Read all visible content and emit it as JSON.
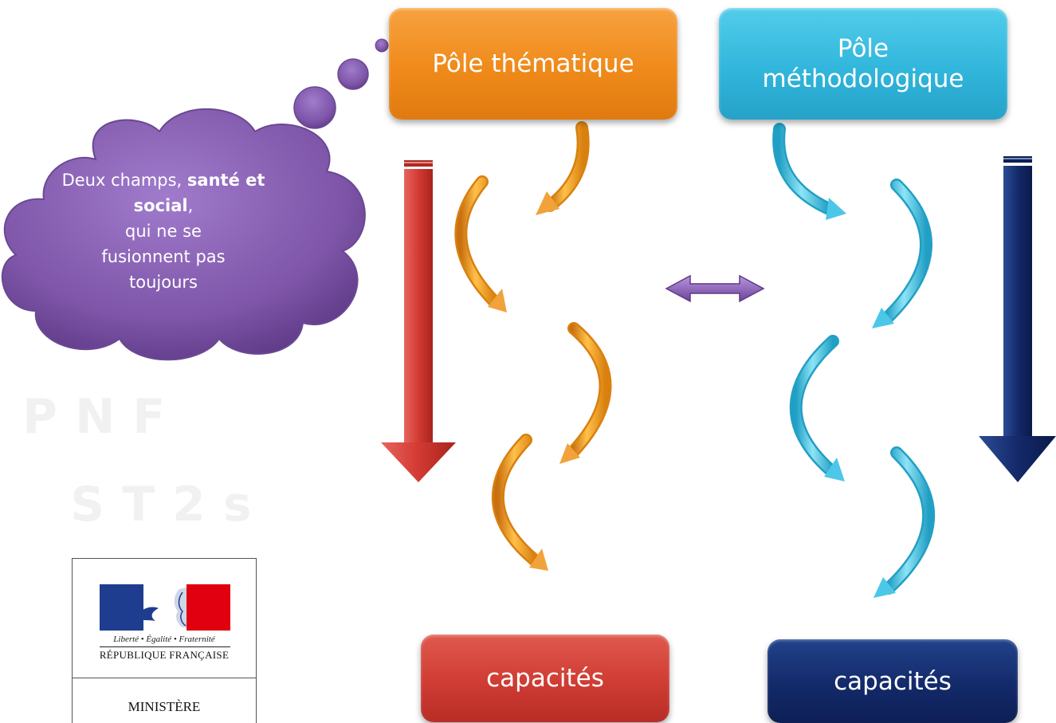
{
  "boxes": {
    "pole_thematique": "Pôle thématique",
    "pole_methodologique": "Pôle méthodologique",
    "capacites_left": "capacités",
    "capacites_right": "capacités"
  },
  "cloud": {
    "text_part1": "Deux champs, ",
    "text_bold": "santé et social",
    "text_part2": ",",
    "text_part3": "qui ne se fusionnent pas toujours"
  },
  "watermark": {
    "line1": "PNF",
    "line2": "ST2s"
  },
  "logo": {
    "motto": "Liberté • Égalité • Fraternité",
    "republique": "RÉPUBLIQUE FRANÇAISE",
    "ministere": "MINISTÈRE"
  },
  "colors": {
    "orange": "#ef8a1a",
    "cyan": "#31b6dc",
    "red": "#cf3c33",
    "navy": "#132a6a",
    "purple": "#7e55a8"
  }
}
